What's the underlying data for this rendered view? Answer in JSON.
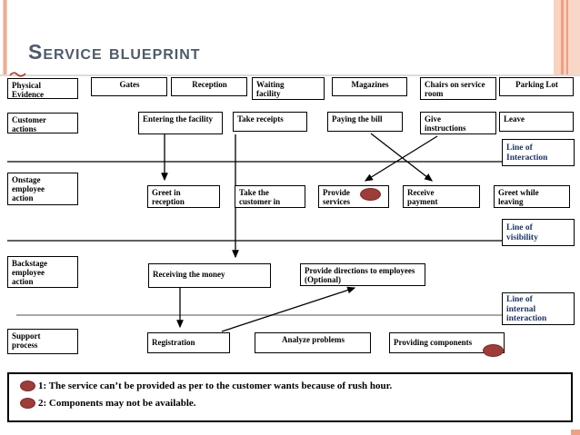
{
  "slide": {
    "title": "Service blueprint"
  },
  "blueprint": {
    "row_labels": [
      "Physical Evidence",
      "Customer actions",
      "Onstage employee action",
      "Backstage employee action",
      "Support process"
    ],
    "physical_evidence": [
      "Gates",
      "Reception",
      "Waiting facility",
      "Magazines",
      "Chairs on service room",
      "Parking Lot"
    ],
    "customer_actions": [
      "Entering the facility",
      "Take receipts",
      "Paying the bill",
      "Give instructions",
      "Leave"
    ],
    "onstage": [
      "Greet in reception",
      "Take the customer in",
      "Provide services",
      "Receive payment",
      "Greet while leaving"
    ],
    "backstage": [
      "Receiving the money",
      "Provide directions to employees (Optional)"
    ],
    "support": [
      "Registration",
      "Analyze problems",
      "Providing components"
    ],
    "separators": [
      "Line of Interaction",
      "Line of visibility",
      "Line of internal interaction"
    ]
  },
  "notes": {
    "item1": "1: The service can’t be provided as per to the customer wants because of rush hour.",
    "item2": "2: Components may not be available."
  },
  "colors": {
    "title": "#4e5a6d",
    "separator_label": "#1e3567",
    "marker_ellipse": "#9e3c39",
    "stripe_light": "#f9d2c0",
    "stripe_dark": "#ef9f80"
  }
}
